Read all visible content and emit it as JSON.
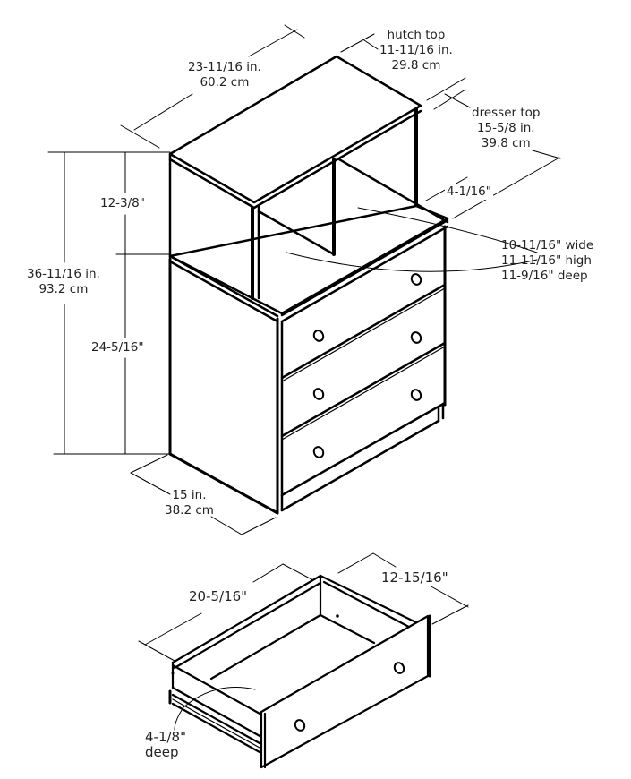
{
  "diagram": {
    "type": "furniture-dimension-drawing",
    "subject": "3-drawer dresser with hutch",
    "line_color": "#000000",
    "background": "#ffffff"
  },
  "labels": {
    "overall_width": {
      "imperial": "23-11/16 in.",
      "metric": "60.2 cm"
    },
    "hutch_top": {
      "title": "hutch top",
      "imperial": "11-11/16 in.",
      "metric": "29.8 cm"
    },
    "dresser_top": {
      "title": "dresser top",
      "imperial": "15-5/8 in.",
      "metric": "39.8 cm"
    },
    "hutch_setback": "4-1/16\"",
    "cubby": {
      "wide": "10-11/16\" wide",
      "high": "11-11/16\" high",
      "deep": "11-9/16\" deep"
    },
    "overall_height": {
      "imperial": "36-11/16 in.",
      "metric": "93.2 cm"
    },
    "hutch_height": "12-3/8\"",
    "dresser_height": "24-5/16\"",
    "depth": {
      "imperial": "15 in.",
      "metric": "38.2 cm"
    },
    "drawer_length": "20-5/16\"",
    "drawer_width": "12-15/16\"",
    "drawer_depth": {
      "value": "4-1/8\"",
      "word": "deep"
    }
  }
}
